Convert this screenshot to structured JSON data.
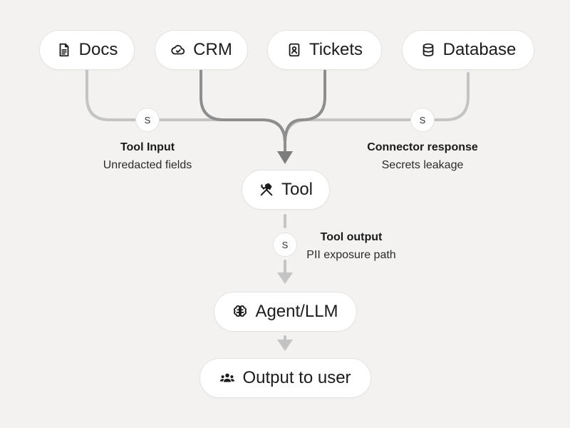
{
  "sources": [
    {
      "label": "Docs",
      "icon": "document-icon"
    },
    {
      "label": "CRM",
      "icon": "cloud-icon"
    },
    {
      "label": "Tickets",
      "icon": "badge-icon"
    },
    {
      "label": "Database",
      "icon": "database-icon"
    }
  ],
  "tool": {
    "label": "Tool",
    "icon": "hammer-wrench-icon"
  },
  "agent": {
    "label": "Agent/LLM",
    "icon": "brain-icon"
  },
  "output": {
    "label": "Output to user",
    "icon": "users-icon"
  },
  "badge_letter": "S",
  "annotations": {
    "tool_input": {
      "title": "Tool Input",
      "subtitle": "Unredacted fields"
    },
    "connector_response": {
      "title": "Connector response",
      "subtitle": "Secrets leakage"
    },
    "tool_output": {
      "title": "Tool output",
      "subtitle": "PII exposure path"
    }
  },
  "colors": {
    "background": "#f3f2f1",
    "node_fill": "#ffffff",
    "line_light": "#c4c4c4",
    "line_dark": "#7d7d7d",
    "text": "#1c1c1c"
  }
}
